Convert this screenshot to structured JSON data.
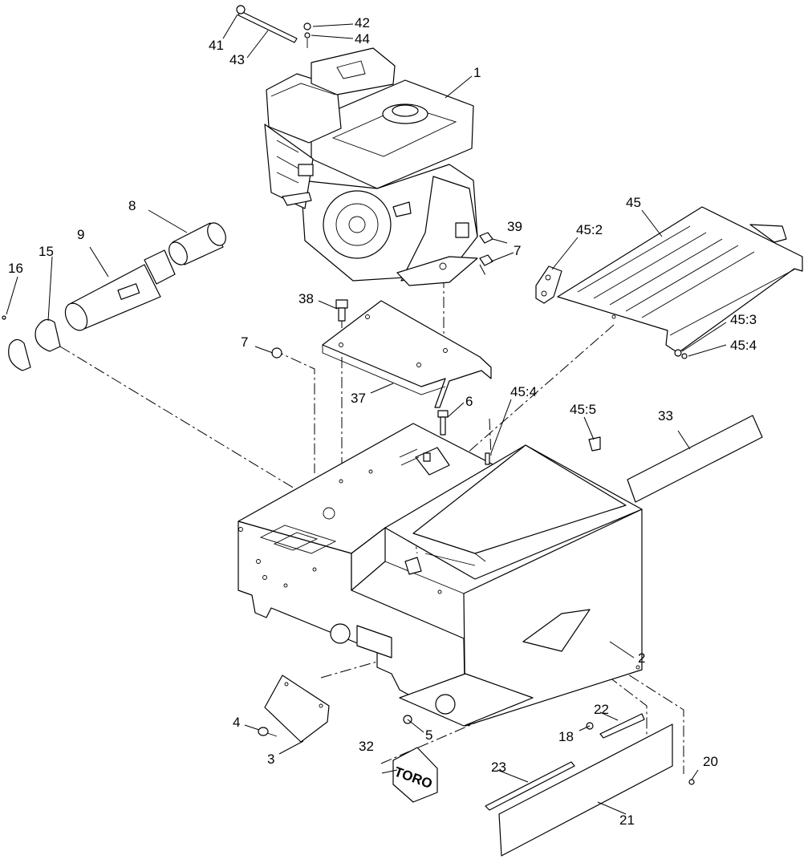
{
  "callouts": {
    "c1": "1",
    "c2": "2",
    "c3": "3",
    "c4": "4",
    "c5": "5",
    "c6": "6",
    "c7a": "7",
    "c7b": "7",
    "c8": "8",
    "c9": "9",
    "c15": "15",
    "c16": "16",
    "c18": "18",
    "c20": "20",
    "c21": "21",
    "c22": "22",
    "c23": "23",
    "c32": "32",
    "c33": "33",
    "c37": "37",
    "c38": "38",
    "c39": "39",
    "c41": "41",
    "c42": "42",
    "c43": "43",
    "c44": "44",
    "c45": "45",
    "c45_2": "45:2",
    "c45_3": "45:3",
    "c45_4a": "45:4",
    "c45_4b": "45:4",
    "c45_5": "45:5"
  },
  "badge": {
    "text": "TORO"
  }
}
